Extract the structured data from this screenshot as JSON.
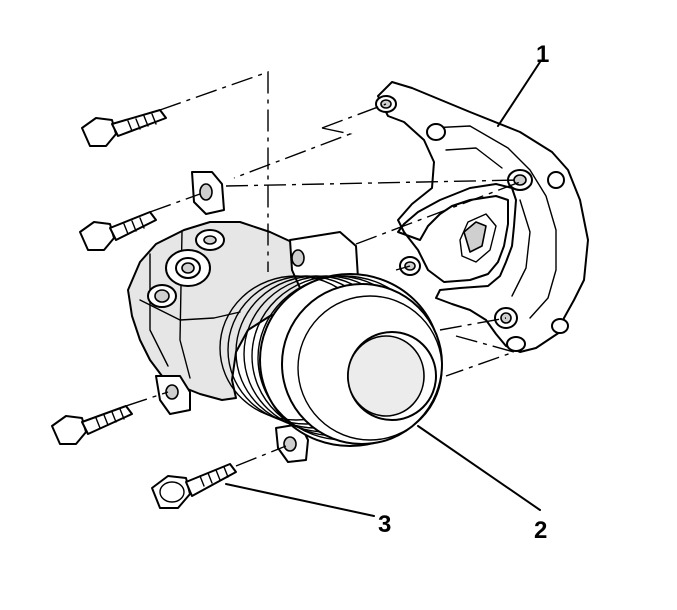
{
  "callouts": {
    "bracket": "1",
    "compressor": "2",
    "bolt": "3"
  }
}
